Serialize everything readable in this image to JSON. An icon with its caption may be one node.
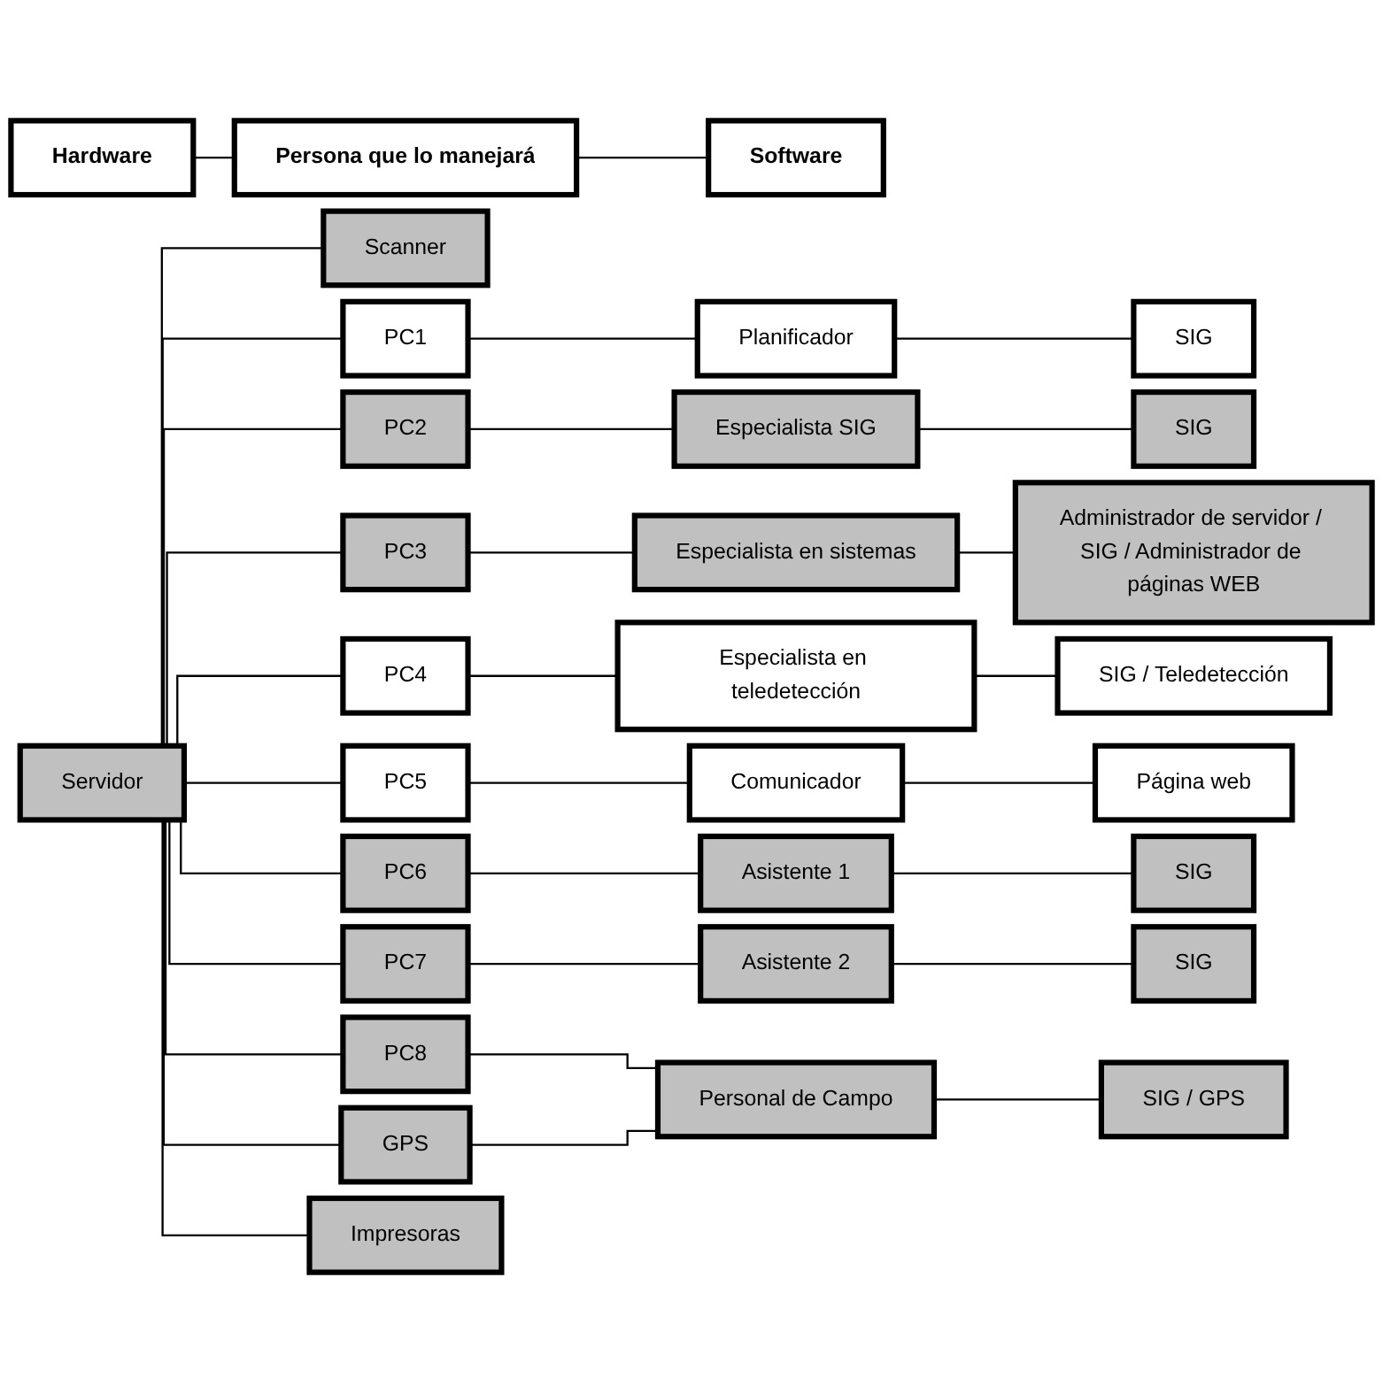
{
  "diagram": {
    "nodes": [
      {
        "text": [
          "Hardware"
        ]
      },
      {
        "text": [
          "Persona que lo manejará"
        ]
      },
      {
        "text": [
          "Software"
        ]
      },
      {
        "text": [
          "Servidor"
        ]
      },
      {
        "text": [
          "Scanner"
        ]
      },
      {
        "text": [
          "PC1"
        ]
      },
      {
        "text": [
          "Planificador"
        ]
      },
      {
        "text": [
          "SIG"
        ]
      },
      {
        "text": [
          "PC2"
        ]
      },
      {
        "text": [
          "Especialista SIG"
        ]
      },
      {
        "text": [
          "SIG"
        ]
      },
      {
        "text": [
          "PC3"
        ]
      },
      {
        "text": [
          "Especialista en sistemas"
        ]
      },
      {
        "text": [
          "Administrador de servidor / SIG / Administrador de páginas WEB"
        ]
      },
      {
        "text": [
          "PC4"
        ]
      },
      {
        "text": [
          "Especialista en teledetección"
        ]
      },
      {
        "text": [
          "SIG / Teledetección"
        ]
      },
      {
        "text": [
          "PC5"
        ]
      },
      {
        "text": [
          "Comunicador"
        ]
      },
      {
        "text": [
          "Página web"
        ]
      },
      {
        "text": [
          "PC6"
        ]
      },
      {
        "text": [
          "Asistente 1"
        ]
      },
      {
        "text": [
          "SIG"
        ]
      },
      {
        "text": [
          "PC7"
        ]
      },
      {
        "text": [
          "Asistente 2"
        ]
      },
      {
        "text": [
          "SIG"
        ]
      },
      {
        "text": [
          "PC8"
        ]
      },
      {
        "text": [
          "Personal de Campo"
        ]
      },
      {
        "text": [
          "SIG / GPS"
        ]
      },
      {
        "text": [
          "GPS"
        ]
      },
      {
        "text": [
          "Impresoras"
        ]
      }
    ],
    "edges": [
      {
        "from": 0,
        "to": 1,
        "arrow": "none"
      },
      {
        "from": 1,
        "to": 2,
        "arrow": "none"
      },
      {
        "from": 3,
        "to": 4,
        "arrow": "none"
      },
      {
        "from": 3,
        "to": 5,
        "arrow": "none"
      },
      {
        "from": 5,
        "to": 6,
        "arrow": "none"
      },
      {
        "from": 6,
        "to": 7,
        "arrow": "none"
      },
      {
        "from": 3,
        "to": 8,
        "arrow": "none"
      },
      {
        "from": 8,
        "to": 9,
        "arrow": "none"
      },
      {
        "from": 9,
        "to": 10,
        "arrow": "none"
      },
      {
        "from": 3,
        "to": 11,
        "arrow": "none"
      },
      {
        "from": 11,
        "to": 12,
        "arrow": "none"
      },
      {
        "from": 12,
        "to": 13,
        "arrow": "none"
      },
      {
        "from": 3,
        "to": 14,
        "arrow": "none"
      },
      {
        "from": 14,
        "to": 15,
        "arrow": "none"
      },
      {
        "from": 15,
        "to": 16,
        "arrow": "none"
      },
      {
        "from": 3,
        "to": 17,
        "arrow": "none"
      },
      {
        "from": 17,
        "to": 18,
        "arrow": "none"
      },
      {
        "from": 18,
        "to": 19,
        "arrow": "none"
      },
      {
        "from": 3,
        "to": 20,
        "arrow": "none"
      },
      {
        "from": 20,
        "to": 21,
        "arrow": "none"
      },
      {
        "from": 21,
        "to": 22,
        "arrow": "none"
      },
      {
        "from": 3,
        "to": 23,
        "arrow": "none"
      },
      {
        "from": 23,
        "to": 24,
        "arrow": "none"
      },
      {
        "from": 24,
        "to": 25,
        "arrow": "none"
      },
      {
        "from": 3,
        "to": 26,
        "arrow": "none"
      },
      {
        "from": 26,
        "to": 27,
        "arrow": "none"
      },
      {
        "from": 27,
        "to": 28,
        "arrow": "none"
      },
      {
        "from": 3,
        "to": 29,
        "arrow": "none"
      },
      {
        "from": 29,
        "to": 27,
        "arrow": "none"
      },
      {
        "from": 3,
        "to": 30,
        "arrow": "none"
      }
    ]
  }
}
